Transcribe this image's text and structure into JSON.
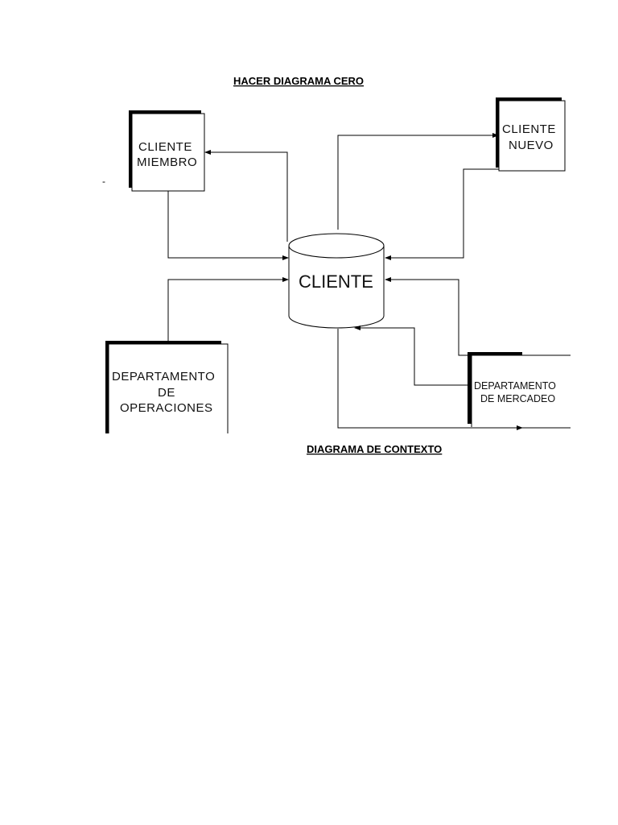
{
  "titles": {
    "top": "HACER DIAGRAMA CERO",
    "bottom": "DIAGRAMA DE CONTEXTO"
  },
  "stray_mark": "-",
  "nodes": {
    "cliente_miembro": {
      "line1": "CLIENTE",
      "line2": "MIEMBRO"
    },
    "cliente_nuevo": {
      "line1": "CLIENTE",
      "line2": "NUEVO"
    },
    "departamento_operaciones": {
      "line1": "DEPARTAMENTO",
      "line2": "DE",
      "line3": "OPERACIONES"
    },
    "departamento_mercadeo": {
      "line1": "DEPARTAMENTO",
      "line2": "DE MERCADEO"
    }
  },
  "datastore": {
    "label": "CLIENTE"
  },
  "colors": {
    "ink": "#000000",
    "background": "#ffffff"
  }
}
